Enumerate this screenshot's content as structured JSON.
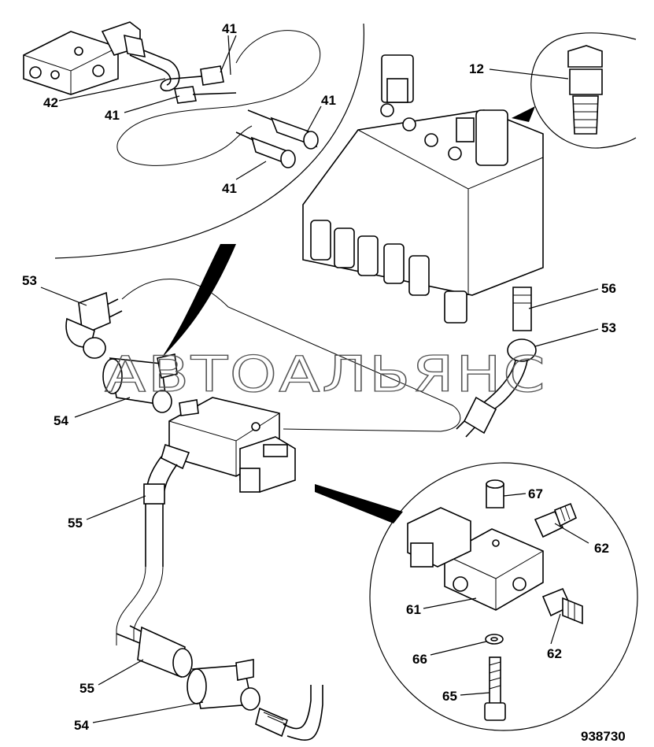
{
  "callouts": {
    "c41a": "41",
    "c41b": "41",
    "c41c": "41",
    "c41d": "41",
    "c42": "42",
    "c12": "12",
    "c53a": "53",
    "c53b": "53",
    "c56": "56",
    "c54a": "54",
    "c54b": "54",
    "c55a": "55",
    "c55b": "55",
    "c67": "67",
    "c62a": "62",
    "c62b": "62",
    "c61": "61",
    "c66": "66",
    "c65": "65"
  },
  "watermark": "АВТОАЛЬЯНС",
  "document_number": "938730",
  "colors": {
    "line": "#000000",
    "background": "#ffffff",
    "watermark": "#555555"
  }
}
